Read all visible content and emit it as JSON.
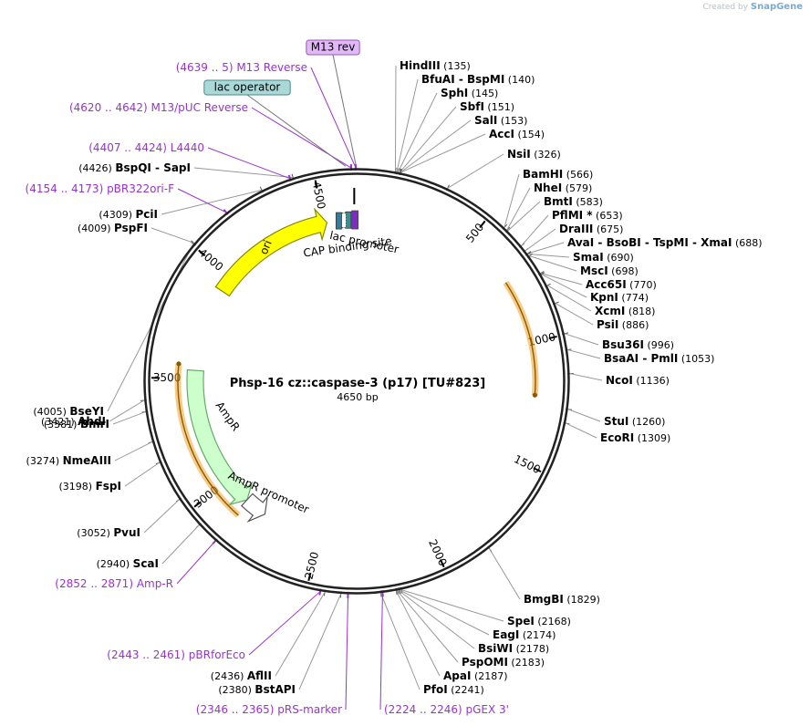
{
  "watermark": {
    "prefix": "Created by",
    "brand": "SnapGene"
  },
  "plasmid": {
    "name": "Phsp-16 cz::caspase-3 (p17) [TU#823]",
    "size_label": "4650 bp",
    "length": 4650
  },
  "ticks": [
    {
      "pos": 500,
      "label": "500"
    },
    {
      "pos": 1000,
      "label": "1000"
    },
    {
      "pos": 1500,
      "label": "1500"
    },
    {
      "pos": 2000,
      "label": "2000"
    },
    {
      "pos": 2500,
      "label": "2500"
    },
    {
      "pos": 3000,
      "label": "3000"
    },
    {
      "pos": 3500,
      "label": "3500"
    },
    {
      "pos": 4000,
      "label": "4000"
    },
    {
      "pos": 4500,
      "label": "4500"
    }
  ],
  "enzymes": [
    {
      "name": "HindIII",
      "pos_label": "(135)",
      "site": 135,
      "side": "right"
    },
    {
      "name": "BfuAI  -  BspMI",
      "pos_label": "(140)",
      "site": 140,
      "side": "right"
    },
    {
      "name": "SphI",
      "pos_label": "(145)",
      "site": 145,
      "side": "right"
    },
    {
      "name": "SbfI",
      "pos_label": "(151)",
      "site": 151,
      "side": "right"
    },
    {
      "name": "SalI",
      "pos_label": "(153)",
      "site": 153,
      "side": "right"
    },
    {
      "name": "AccI",
      "pos_label": "(154)",
      "site": 154,
      "side": "right"
    },
    {
      "name": "NsiI",
      "pos_label": "(326)",
      "site": 326,
      "side": "right"
    },
    {
      "name": "BamHI",
      "pos_label": "(566)",
      "site": 566,
      "side": "right"
    },
    {
      "name": "NheI",
      "pos_label": "(579)",
      "site": 579,
      "side": "right"
    },
    {
      "name": "BmtI",
      "pos_label": "(583)",
      "site": 583,
      "side": "right"
    },
    {
      "name": "PflMI *",
      "pos_label": "(653)",
      "site": 653,
      "side": "right"
    },
    {
      "name": "DraIII",
      "pos_label": "(675)",
      "site": 675,
      "side": "right"
    },
    {
      "name": "AvaI  -  BsoBI  -  TspMI  -  XmaI",
      "pos_label": "(688)",
      "site": 688,
      "side": "right"
    },
    {
      "name": "SmaI",
      "pos_label": "(690)",
      "site": 690,
      "side": "right"
    },
    {
      "name": "MscI",
      "pos_label": "(698)",
      "site": 698,
      "side": "right"
    },
    {
      "name": "Acc65I",
      "pos_label": "(770)",
      "site": 770,
      "side": "right"
    },
    {
      "name": "KpnI",
      "pos_label": "(774)",
      "site": 774,
      "side": "right"
    },
    {
      "name": "XcmI",
      "pos_label": "(818)",
      "site": 818,
      "side": "right"
    },
    {
      "name": "PsiI",
      "pos_label": "(886)",
      "site": 886,
      "side": "right"
    },
    {
      "name": "Bsu36I",
      "pos_label": "(996)",
      "site": 996,
      "side": "right"
    },
    {
      "name": "BsaAI  -  PmlI",
      "pos_label": "(1053)",
      "site": 1053,
      "side": "right"
    },
    {
      "name": "NcoI",
      "pos_label": "(1136)",
      "site": 1136,
      "side": "right"
    },
    {
      "name": "StuI",
      "pos_label": "(1260)",
      "site": 1260,
      "side": "right"
    },
    {
      "name": "EcoRI",
      "pos_label": "(1309)",
      "site": 1309,
      "side": "right"
    },
    {
      "name": "BmgBI",
      "pos_label": "(1829)",
      "site": 1829,
      "side": "right"
    },
    {
      "name": "SpeI",
      "pos_label": "(2168)",
      "site": 2168,
      "side": "right"
    },
    {
      "name": "EagI",
      "pos_label": "(2174)",
      "site": 2174,
      "side": "right"
    },
    {
      "name": "BsiWI",
      "pos_label": "(2178)",
      "site": 2178,
      "side": "right"
    },
    {
      "name": "PspOMI",
      "pos_label": "(2183)",
      "site": 2183,
      "side": "right"
    },
    {
      "name": "ApaI",
      "pos_label": "(2187)",
      "site": 2187,
      "side": "right"
    },
    {
      "name": "PfoI",
      "pos_label": "(2241)",
      "site": 2241,
      "side": "right"
    },
    {
      "name": "BstAPI",
      "pos_label": "(2380)",
      "site": 2380,
      "side": "left"
    },
    {
      "name": "AflII",
      "pos_label": "(2436)",
      "site": 2436,
      "side": "left"
    },
    {
      "name": "ScaI",
      "pos_label": "(2940)",
      "site": 2940,
      "side": "left"
    },
    {
      "name": "PvuI",
      "pos_label": "(3052)",
      "site": 3052,
      "side": "left"
    },
    {
      "name": "FspI",
      "pos_label": "(3198)",
      "site": 3198,
      "side": "left"
    },
    {
      "name": "NmeAIII",
      "pos_label": "(3274)",
      "site": 3274,
      "side": "left"
    },
    {
      "name": "BmrI",
      "pos_label": "(3381)",
      "site": 3381,
      "side": "left"
    },
    {
      "name": "AhdI",
      "pos_label": "(3421)",
      "site": 3421,
      "side": "left"
    },
    {
      "name": "BseYI",
      "pos_label": "(4005)",
      "site": 4005,
      "side": "left"
    },
    {
      "name": "PspFI",
      "pos_label": "(4009)",
      "site": 4009,
      "side": "left"
    },
    {
      "name": "PciI",
      "pos_label": "(4309)",
      "site": 4309,
      "side": "left"
    },
    {
      "name": "BspQI  -  SapI",
      "pos_label": "(4426)",
      "site": 4426,
      "side": "left"
    }
  ],
  "primers": [
    {
      "range": "(4639 .. 5)",
      "name": "M13 Reverse",
      "site": 4647,
      "side": "left"
    },
    {
      "range": "(4620 .. 4642)",
      "name": "M13/pUC Reverse",
      "site": 4631,
      "side": "left"
    },
    {
      "range": "(4407 .. 4424)",
      "name": "L4440",
      "site": 4415,
      "side": "left"
    },
    {
      "range": "(4154 .. 4173)",
      "name": "pBR322ori-F",
      "site": 4163,
      "side": "left"
    },
    {
      "range": "(2852 .. 2871)",
      "name": "Amp-R",
      "site": 2861,
      "side": "left"
    },
    {
      "range": "(2443 .. 2461)",
      "name": "pBRforEco",
      "site": 2452,
      "side": "left"
    },
    {
      "range": "(2346 .. 2365)",
      "name": "pRS-marker",
      "site": 2355,
      "side": "left"
    },
    {
      "range": "(2224 .. 2246)",
      "name": "pGEX 3'",
      "site": 2235,
      "side": "right"
    }
  ],
  "boxed_features": [
    {
      "name": "M13 rev",
      "fill": "#e0b8f5",
      "stroke": "#9b59b6"
    },
    {
      "name": "lac operator",
      "fill": "#a9d8d8",
      "stroke": "#4a8a8a"
    }
  ],
  "features": [
    {
      "name": "ori",
      "start": 3924,
      "end": 4513,
      "direction": "cw",
      "fill": "#ffff00",
      "stroke": "#888800"
    },
    {
      "name": "AmpR",
      "start": 2877,
      "end": 3537,
      "direction": "ccw",
      "fill": "#ccffcc",
      "stroke": "#66aa66"
    },
    {
      "name": "AmpR promoter",
      "start": 2772,
      "end": 2877,
      "direction": "ccw",
      "fill": "#ffffff",
      "stroke": "#555555"
    },
    {
      "name": "lac promoter",
      "start": 4620,
      "end": 4650,
      "direction": "cw",
      "fill": "#7b2fbf",
      "stroke": "#444444"
    },
    {
      "name": "CAP binding site",
      "start": 4560,
      "end": 4582,
      "direction": "none",
      "fill": "#2f7f9f",
      "stroke": "#333333"
    }
  ],
  "orange_arcs": [
    {
      "start": 730,
      "end": 1220
    },
    {
      "start": 2860,
      "end": 3560
    }
  ],
  "colors": {
    "primer": "#9933cc",
    "backbone": "#222222",
    "orange": "#f0a020"
  }
}
